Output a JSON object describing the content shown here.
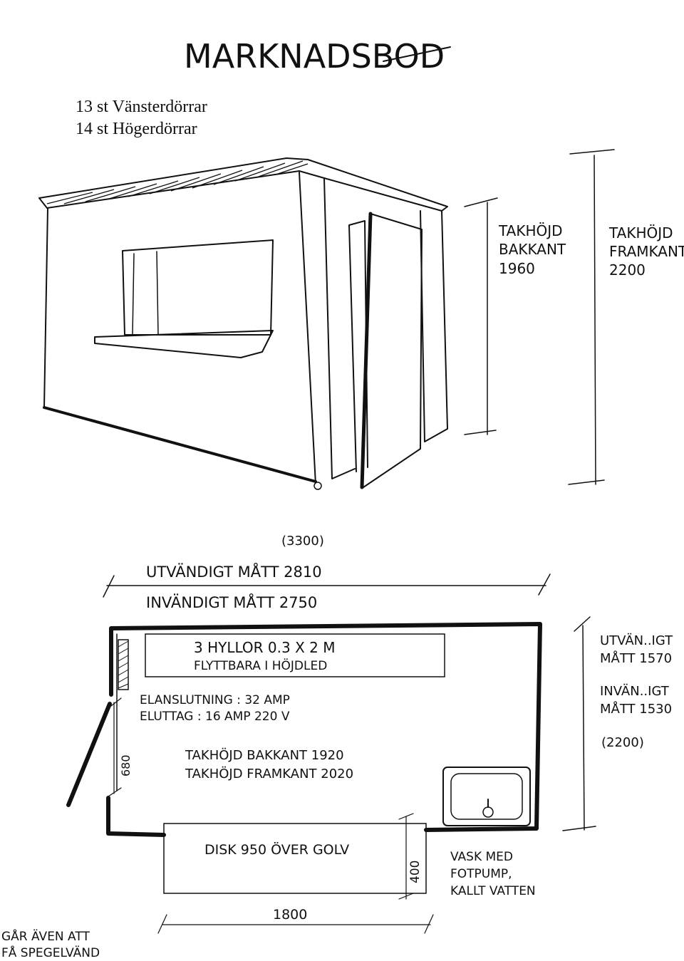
{
  "title": "MARKNADSBOD",
  "counts": {
    "left_doors": "13 st Vänsterdörrar",
    "right_doors": "14 st Högerdörrar"
  },
  "elevation": {
    "rear_label": [
      "TAKHÖJD",
      "BAKKANT",
      "1960"
    ],
    "front_label": [
      "TAKHÖJD",
      "FRAMKANT",
      "2200"
    ]
  },
  "plan": {
    "length_total": "(3300)",
    "outer_length": "UTVÄNDIGT MÅTT 2810",
    "inner_length": "INVÄNDIGT MÅTT 2750",
    "shelves": [
      "3 HYLLOR 0.3 X 2 M",
      "FLYTTBARA I HÖJDLED"
    ],
    "power": [
      "ELANSLUTNING : 32 AMP",
      "ELUTTAG : 16 AMP 220 V"
    ],
    "heights": [
      "TAKHÖJD BAKKANT 1920",
      "TAKHÖJD FRAMKANT 2020"
    ],
    "door_width": "680",
    "outer_width": [
      "UTVÄN..IGT",
      "MÅTT 1570"
    ],
    "inner_width": [
      "INVÄN..IGT",
      "MÅTT 1530"
    ],
    "width_total": "(2200)",
    "counter": "DISK 950 ÖVER GOLV",
    "counter_depth": "400",
    "counter_length": "1800",
    "sink": [
      "VASK MED",
      "FOTPUMP,",
      "KALLT VATTEN"
    ],
    "mirror_note": [
      "GÅR ÄVEN ATT",
      "FÅ SPEGELVÄND"
    ]
  }
}
